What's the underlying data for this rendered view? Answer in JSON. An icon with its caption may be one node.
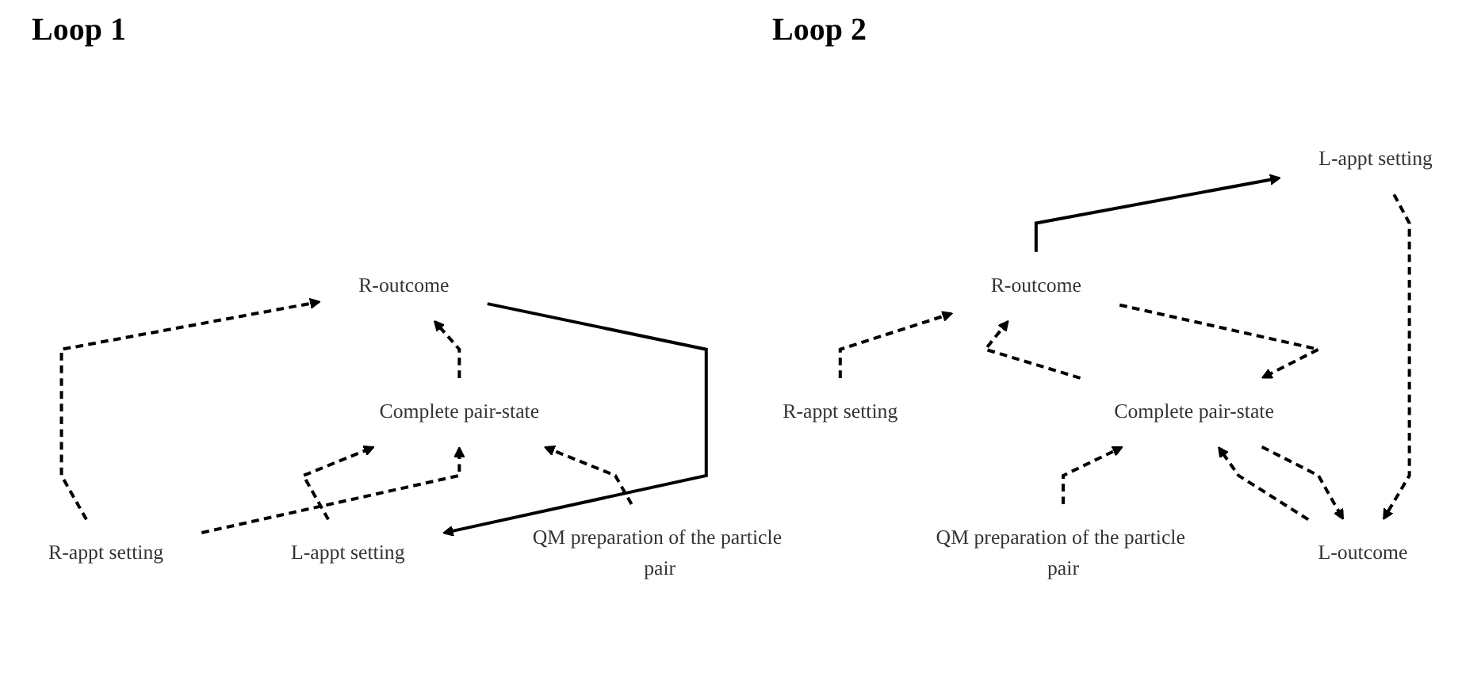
{
  "diagram": {
    "nodes": [
      {
        "text": [
          "L-appt setting"
        ]
      },
      {
        "text": [
          "R-outcome"
        ]
      },
      {
        "text": [
          "R-appt setting"
        ]
      },
      {
        "text": [
          "Complete pair-state"
        ]
      },
      {
        "text": [
          "QM preparation of the particle pair"
        ]
      },
      {
        "text": [
          "L-outcome"
        ]
      },
      {
        "text": [
          "L-appt setting"
        ]
      },
      {
        "text": [
          "R-outcome"
        ]
      },
      {
        "text": [
          "R-appt setting"
        ]
      },
      {
        "text": [
          "Complete pair-state"
        ]
      },
      {
        "text": [
          "QM preparation of the particle pair"
        ]
      }
    ],
    "edges": [
      {
        "from": 1,
        "to": 0,
        "arrow": "to"
      },
      {
        "from": 0,
        "to": 3,
        "arrow": "to",
        "style": "dashed"
      },
      {
        "from": 2,
        "to": 1,
        "arrow": "to",
        "style": "dashed"
      },
      {
        "from": 2,
        "to": 3,
        "arrow": "to",
        "style": "dashed"
      },
      {
        "from": 3,
        "to": 1,
        "arrow": "to",
        "style": "dashed"
      },
      {
        "from": 4,
        "to": 3,
        "arrow": "to",
        "style": "dashed"
      },
      {
        "from": 6,
        "to": 5,
        "arrow": "to",
        "style": "dashed"
      },
      {
        "from": 7,
        "to": 6,
        "arrow": "to"
      },
      {
        "from": 8,
        "to": 7,
        "arrow": "to",
        "style": "dashed"
      },
      {
        "from": 9,
        "to": 7,
        "arrow": "to",
        "style": "dashed"
      },
      {
        "from": 7,
        "to": 9,
        "arrow": "to",
        "style": "dashed"
      },
      {
        "from": 10,
        "to": 9,
        "arrow": "to",
        "style": "dashed"
      },
      {
        "from": 9,
        "to": 5,
        "arrow": "to",
        "style": "dashed"
      },
      {
        "from": 5,
        "to": 9,
        "arrow": "to",
        "style": "dashed"
      }
    ],
    "labels": [
      "Loop 1",
      "Loop 2"
    ]
  }
}
